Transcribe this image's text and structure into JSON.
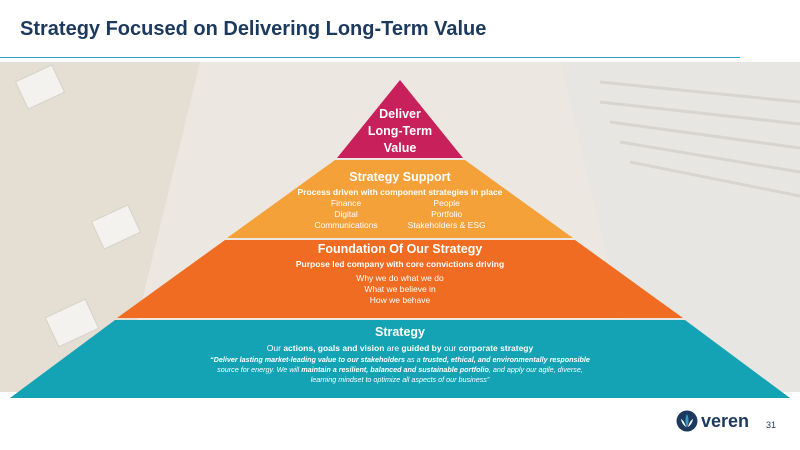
{
  "page": {
    "title": "Strategy Focused on Delivering Long-Term Value",
    "page_number": "31",
    "logo_text": "veren"
  },
  "colors": {
    "title": "#1c3a5e",
    "rule": "#2ea0c8",
    "tier_top": "#c8205a",
    "tier_support": "#f5a13a",
    "tier_foundation": "#ef6c22",
    "tier_strategy": "#13a3b5"
  },
  "pyramid": {
    "top": {
      "line1": "Deliver",
      "line2": "Long-Term",
      "line3": "Value"
    },
    "support": {
      "heading": "Strategy Support",
      "subheading": "Process driven with component strategies in place",
      "left_items": [
        "Finance",
        "Digital",
        "Communications"
      ],
      "right_items": [
        "People",
        "Portfolio",
        "Stakeholders & ESG"
      ]
    },
    "foundation": {
      "heading": "Foundation Of Our Strategy",
      "subheading": "Purpose led company with core convictions driving",
      "items": [
        "Why we do what we do",
        "What we believe in",
        "How we behave"
      ]
    },
    "strategy": {
      "heading": "Strategy",
      "line1_a": "Our ",
      "line1_b": "actions, goals and vision",
      "line1_c": " are ",
      "line1_d": "guided by",
      "line1_e": " our ",
      "line1_f": "corporate strategy",
      "q1_a": "“Deliver lasting market-leading value to our stakeholders",
      "q1_b": " as a ",
      "q1_c": "trusted, ethical, and environmentally responsible",
      "q2_a": "source for energy. We will ",
      "q2_b": "maintain a resilient, balanced and sustainable portfolio",
      "q2_c": ", and apply our agile, diverse,",
      "q3": "learning mindset to optimize all aspects of our business”"
    }
  }
}
